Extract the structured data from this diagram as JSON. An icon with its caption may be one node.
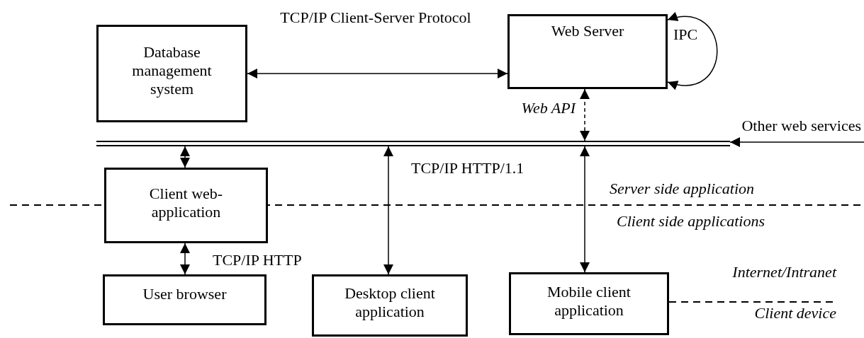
{
  "diagram": {
    "nodes": [
      {
        "text": [
          "Database management system"
        ]
      },
      {
        "text": [
          "Web Server"
        ]
      },
      {
        "text": [],
        "shape": "bar"
      },
      {
        "text": [
          "Client web-application"
        ]
      },
      {
        "text": [
          "User browser"
        ]
      },
      {
        "text": [
          "Desktop client application"
        ]
      },
      {
        "text": [
          "Mobile client application"
        ]
      }
    ],
    "edges": [
      {
        "from": 0,
        "to": 1,
        "arrow": "both",
        "label": "TCP/IP Client-Server Protocol"
      },
      {
        "from": 1,
        "to": 1,
        "arrow": "both",
        "label": "IPC"
      },
      {
        "from": 1,
        "to": 2,
        "arrow": "both",
        "label": "Web API",
        "style": "dashed"
      },
      {
        "from": 2,
        "to": 3,
        "arrow": "both"
      },
      {
        "from": 3,
        "to": 4,
        "arrow": "both",
        "label": "TCP/IP HTTP"
      },
      {
        "from": 2,
        "to": 5,
        "arrow": "both"
      },
      {
        "from": 2,
        "to": 6,
        "arrow": "both"
      },
      {
        "from": null,
        "to": 2,
        "arrow": "to",
        "label": "Other web services"
      }
    ],
    "labels": [
      "TCP/IP HTTP/1.1",
      "Server side application",
      "Client side applications",
      "Internet/Intranet",
      "Client device"
    ]
  }
}
